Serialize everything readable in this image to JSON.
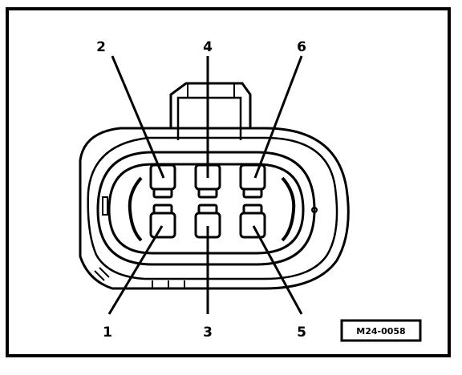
{
  "figure": {
    "reference_code": "M24-0058",
    "pins": [
      {
        "id": "pin-1",
        "label": "1"
      },
      {
        "id": "pin-2",
        "label": "2"
      },
      {
        "id": "pin-3",
        "label": "3"
      },
      {
        "id": "pin-4",
        "label": "4"
      },
      {
        "id": "pin-5",
        "label": "5"
      },
      {
        "id": "pin-6",
        "label": "6"
      }
    ]
  }
}
